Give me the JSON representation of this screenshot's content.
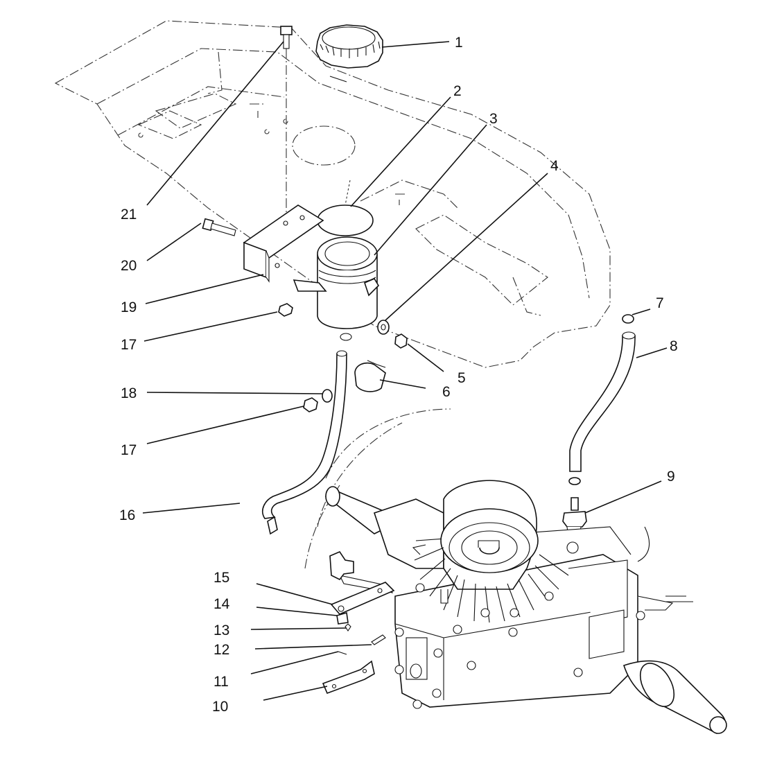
{
  "callouts": [
    {
      "id": "1",
      "label": "1"
    },
    {
      "id": "2",
      "label": "2"
    },
    {
      "id": "3",
      "label": "3"
    },
    {
      "id": "4",
      "label": "4"
    },
    {
      "id": "5",
      "label": "5"
    },
    {
      "id": "6",
      "label": "6"
    },
    {
      "id": "7",
      "label": "7"
    },
    {
      "id": "8",
      "label": "8"
    },
    {
      "id": "9",
      "label": "9"
    },
    {
      "id": "10",
      "label": "10"
    },
    {
      "id": "11",
      "label": "11"
    },
    {
      "id": "12",
      "label": "12"
    },
    {
      "id": "13",
      "label": "13"
    },
    {
      "id": "14",
      "label": "14"
    },
    {
      "id": "15",
      "label": "15"
    },
    {
      "id": "16",
      "label": "16"
    },
    {
      "id": "17a",
      "label": "17"
    },
    {
      "id": "17b",
      "label": "17"
    },
    {
      "id": "18",
      "label": "18"
    },
    {
      "id": "19",
      "label": "19"
    },
    {
      "id": "20",
      "label": "20"
    },
    {
      "id": "21",
      "label": "21"
    }
  ],
  "colors": {
    "line": "#111111",
    "background": "#ffffff"
  }
}
